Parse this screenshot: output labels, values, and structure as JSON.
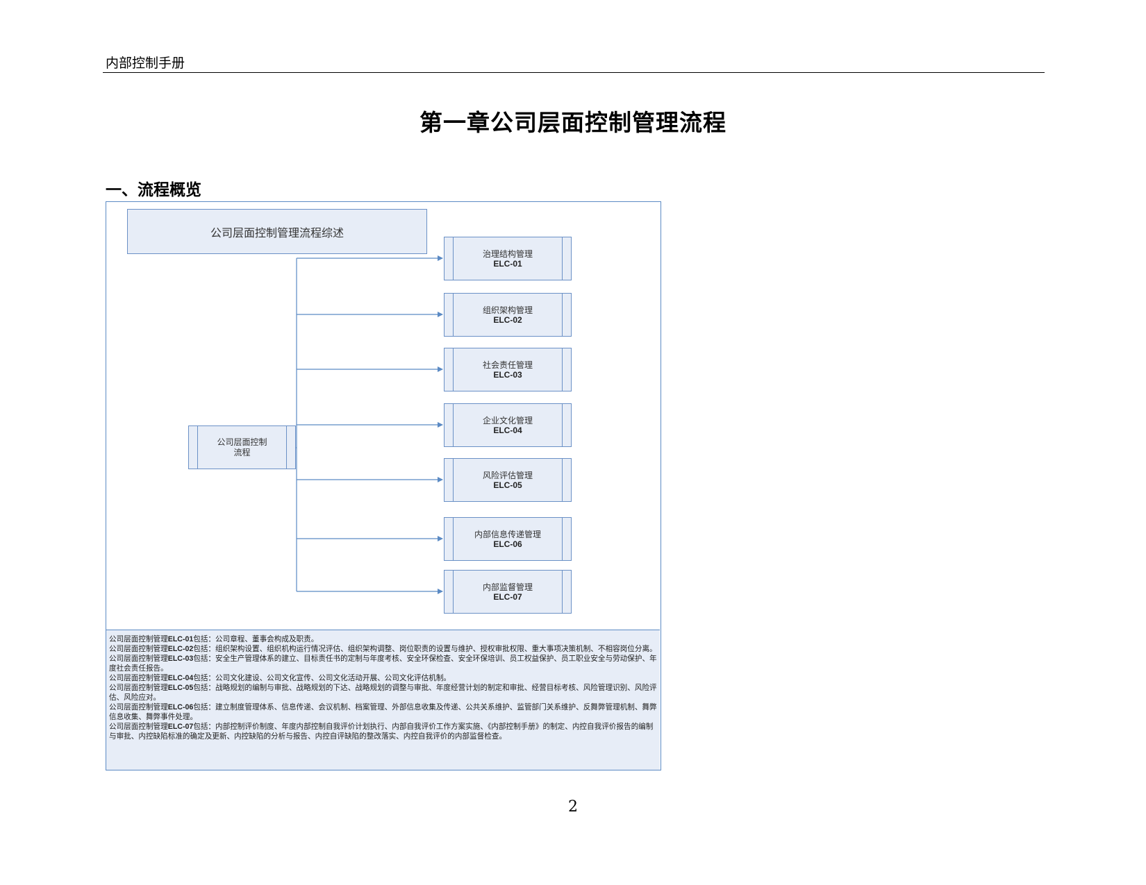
{
  "header": {
    "running_title": "内部控制手册"
  },
  "chapter": {
    "title": "第一章公司层面控制管理流程"
  },
  "section": {
    "heading": "一、流程概览"
  },
  "flowchart": {
    "overview_label": "公司层面控制管理流程综述",
    "main_process": {
      "line1": "公司层面控制",
      "line2": "流程"
    },
    "sub_processes": [
      {
        "name": "治理结构管理",
        "code": "ELC-01"
      },
      {
        "name": "组织架构管理",
        "code": "ELC-02"
      },
      {
        "name": "社会责任管理",
        "code": "ELC-03"
      },
      {
        "name": "企业文化管理",
        "code": "ELC-04"
      },
      {
        "name": "风险评估管理",
        "code": "ELC-05"
      },
      {
        "name": "内部信息传递管理",
        "code": "ELC-06"
      },
      {
        "name": "内部监督管理",
        "code": "ELC-07"
      }
    ],
    "colors": {
      "box_fill": "#e7edf7",
      "box_border": "#6a90c6",
      "connector": "#5b8ac4"
    }
  },
  "descriptions": [
    {
      "prefix": "公司层面控制管理",
      "code": "ELC-01",
      "text": "包括：公司章程、董事会构成及职责。"
    },
    {
      "prefix": "公司层面控制管理",
      "code": "ELC-02",
      "text": "包括：组织架构设置、组织机构运行情况评估、组织架构调整、岗位职责的设置与维护、授权审批权限、重大事项决策机制、不相容岗位分离。"
    },
    {
      "prefix": "公司层面控制管理",
      "code": "ELC-03",
      "text": "包括：安全生产管理体系的建立、目标责任书的定制与年度考核、安全环保检查、安全环保培训、员工权益保护、员工职业安全与劳动保护、年度社会责任报告。"
    },
    {
      "prefix": "公司层面控制管理",
      "code": "ELC-04",
      "text": "包括：公司文化建设、公司文化宣传、公司文化活动开展、公司文化评估机制。"
    },
    {
      "prefix": "公司层面控制管理",
      "code": "ELC-05",
      "text": "包括：战略规划的编制与审批、战略规划的下达、战略规划的调整与审批、年度经营计划的制定和审批、经营目标考核、风险管理识别、风险评估、风险应对。"
    },
    {
      "prefix": "公司层面控制管理",
      "code": "ELC-06",
      "text": "包括：建立制度管理体系、信息传递、会议机制、档案管理、外部信息收集及传递、公共关系维护、监管部门关系维护、反舞弊管理机制、舞弊信息收集、舞弊事件处理。"
    },
    {
      "prefix": "公司层面控制管理",
      "code": "ELC-07",
      "text": "包括：内部控制评价制度、年度内部控制自我评价计划执行、内部自我评价工作方案实施、《内部控制手册》的制定、内控自我评价报告的编制与审批、内控缺陷标准的确定及更新、内控缺陷的分析与报告、内控自评缺陷的整改落实、内控自我评价的内部监督检查。"
    }
  ],
  "footer": {
    "page_number": "2"
  }
}
